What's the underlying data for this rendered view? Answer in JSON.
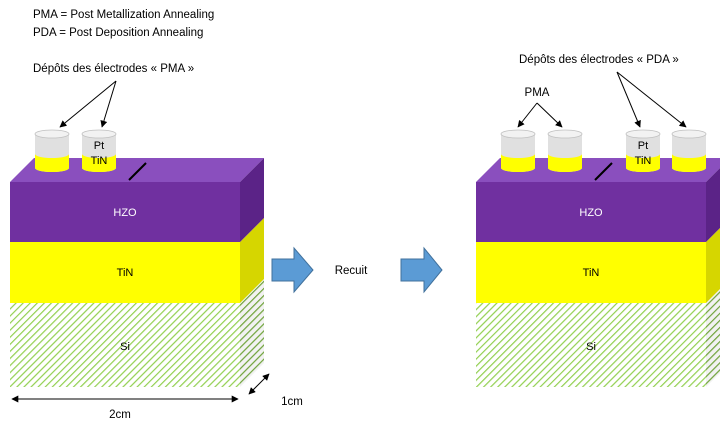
{
  "legend": {
    "line1": "PMA = Post Metallization Annealing",
    "line2": "PDA = Post Deposition Annealing"
  },
  "left_panel": {
    "title": "Dépôts des électrodes « PMA »",
    "electrode_top": "Pt",
    "electrode_bottom": "TiN",
    "layer_hzo": "HZO",
    "layer_tin": "TiN",
    "layer_si": "Si",
    "dim_width": "2cm",
    "dim_depth": "1cm"
  },
  "process": {
    "step": "Recuit"
  },
  "right_panel": {
    "title": "Dépôts des électrodes « PDA »",
    "pma_label": "PMA",
    "electrode_top": "Pt",
    "electrode_bottom": "TiN",
    "layer_hzo": "HZO",
    "layer_tin": "TiN",
    "layer_si": "Si"
  },
  "colors": {
    "hzo_front": "#7030a0",
    "hzo_top": "#8a4fbe",
    "hzo_side": "#5b2387",
    "tin": "#ffff00",
    "tin_side": "#d6d600",
    "si_hatch": "#92d050",
    "arrow_fill": "#5b9bd5",
    "arrow_stroke": "#41719c",
    "electrode_body": "#e0e0e0",
    "electrode_top": "#f2f2f2"
  }
}
